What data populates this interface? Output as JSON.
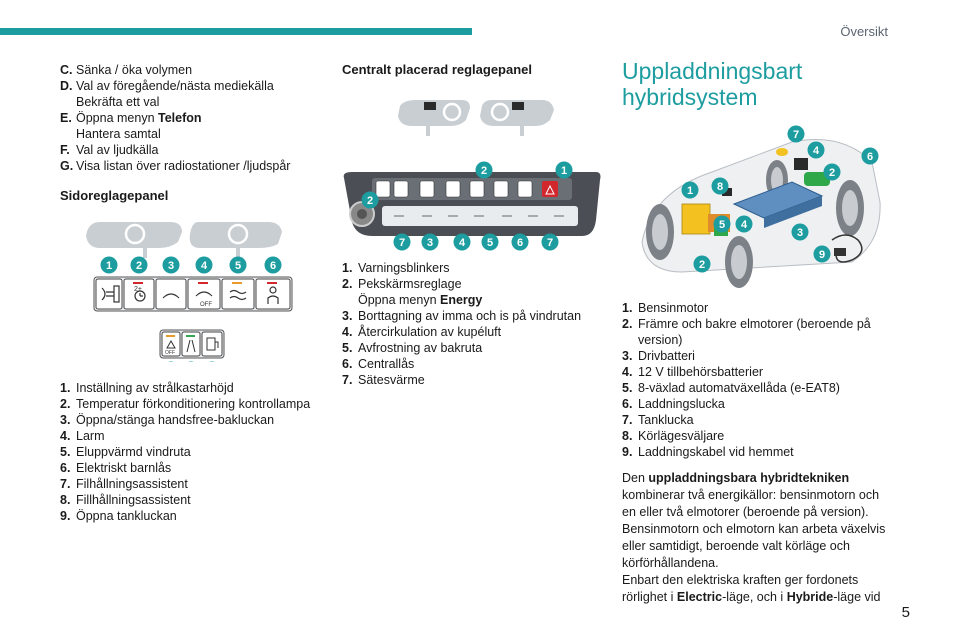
{
  "header": {
    "section": "Översikt",
    "page_number": "5",
    "accent": "#1d9da0"
  },
  "col1": {
    "items_top": [
      {
        "n": "C.",
        "t": "Sänka / öka volymen"
      },
      {
        "n": "D.",
        "t": "Val av föregående/nästa mediekälla",
        "sub": "Bekräfta ett val"
      },
      {
        "n": "E.",
        "t_pre": "Öppna menyn ",
        "t_bold": "Telefon",
        "sub": "Hantera samtal"
      },
      {
        "n": "F.",
        "t": "Val av ljudkälla"
      },
      {
        "n": "G.",
        "t": "Visa listan över radiostationer /ljudspår"
      }
    ],
    "heading": "Sidoreglagepanel",
    "callouts_top": [
      "1",
      "2",
      "3",
      "4",
      "5",
      "6"
    ],
    "callouts_bottom": [
      "7",
      "8",
      "9"
    ],
    "button_labels": {
      "off": "OFF",
      "off2": "OFF",
      "timer": "2+"
    },
    "items": [
      {
        "n": "1.",
        "t": "Inställning av strålkastarhöjd"
      },
      {
        "n": "2.",
        "t": "Temperatur förkonditionering kontrollampa"
      },
      {
        "n": "3.",
        "t": "Öppna/stänga handsfree-bakluckan"
      },
      {
        "n": "4.",
        "t": "Larm"
      },
      {
        "n": "5.",
        "t": "Eluppvärmd vindruta"
      },
      {
        "n": "6.",
        "t": "Elektriskt barnlås"
      },
      {
        "n": "7.",
        "t": "Filhållningsassistent"
      },
      {
        "n": "8.",
        "t": "Fillhållningsassistent"
      },
      {
        "n": "9.",
        "t": "Öppna tankluckan"
      }
    ]
  },
  "col2": {
    "heading": "Centralt placerad reglagepanel",
    "callouts_top": [
      "2",
      "1"
    ],
    "callouts_left": [
      "2"
    ],
    "callouts_bottom": [
      "7",
      "3",
      "4",
      "5",
      "6",
      "7"
    ],
    "items": [
      {
        "n": "1.",
        "t": "Varningsblinkers"
      },
      {
        "n": "2.",
        "t": "Pekskärmsreglage",
        "sub_pre": "Öppna menyn ",
        "sub_bold": "Energy"
      },
      {
        "n": "3.",
        "t": "Borttagning av imma och is på vindrutan"
      },
      {
        "n": "4.",
        "t": "Återcirkulation av kupéluft"
      },
      {
        "n": "5.",
        "t": "Avfrostning av bakruta"
      },
      {
        "n": "6.",
        "t": "Centrallås"
      },
      {
        "n": "7.",
        "t": "Sätesvärme"
      }
    ]
  },
  "col3": {
    "title": "Uppladdningsbart hybridsystem",
    "callouts": [
      "7",
      "4",
      "6",
      "2",
      "1",
      "8",
      "5",
      "4",
      "3",
      "2",
      "9"
    ],
    "items": [
      {
        "n": "1.",
        "t": "Bensinmotor"
      },
      {
        "n": "2.",
        "t": "Främre och bakre elmotorer (beroende på version)"
      },
      {
        "n": "3.",
        "t": "Drivbatteri"
      },
      {
        "n": "4.",
        "t": "12 V tillbehörsbatterier"
      },
      {
        "n": "5.",
        "t": "8-växlad automatväxellåda (e-EAT8)"
      },
      {
        "n": "6.",
        "t": "Laddningslucka"
      },
      {
        "n": "7.",
        "t": "Tanklucka"
      },
      {
        "n": "8.",
        "t": "Körlägesväljare"
      },
      {
        "n": "9.",
        "t": "Laddningskabel vid hemmet"
      }
    ],
    "para1": {
      "pre": "Den ",
      "bold": "uppladdningsbara hybridtekniken",
      "post": " kombinerar två energikällor: bensinmotorn och en eller två elmotorer (beroende på version)."
    },
    "para2": "Bensinmotorn och elmotorn kan arbeta växelvis eller samtidigt, beroende valt körläge och körförhållandena.",
    "para3": {
      "pre": "Enbart den elektriska kraften ger fordonets rörlighet i ",
      "b1": "Electric",
      "mid": "-läge, och i ",
      "b2": "Hybride",
      "post": "-läge vid"
    }
  }
}
